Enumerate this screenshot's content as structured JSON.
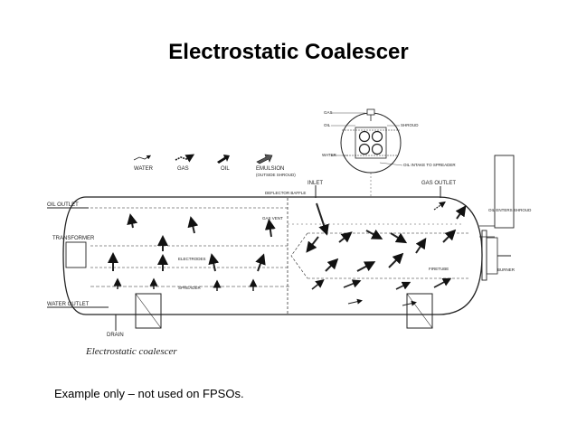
{
  "title": "Electrostatic Coalescer",
  "footnote": "Example only – not used on FPSOs.",
  "diagram": {
    "caption": "Electrostatic coalescer",
    "legend": {
      "water": "WATER",
      "gas": "GAS",
      "oil": "OIL",
      "emulsion": "EMULSION",
      "emulsion_sub": "(OUTSIDE SHROUD)"
    },
    "labels": {
      "oil_outlet": "OIL OUTLET",
      "transformer": "TRANSFORMER",
      "water_outlet": "WATER OUTLET",
      "drain": "DRAIN",
      "inlet": "INLET",
      "gas_outlet": "GAS OUTLET",
      "deflector_baffle": "DEFLECTOR BAFFLE",
      "gas_vent": "GAS VENT",
      "electrodes": "ELECTRODES",
      "spreader": "SPREADER",
      "firetube": "FIRETUBE",
      "burner": "BURNER",
      "oil_enters_shroud": "OIL ENTERS SHROUD",
      "inset_gas": "GAS",
      "inset_shroud": "SHROUD",
      "inset_oil": "OIL",
      "inset_water": "WATER",
      "inset_intake": "OIL INTAKE TO SPREADER"
    }
  }
}
